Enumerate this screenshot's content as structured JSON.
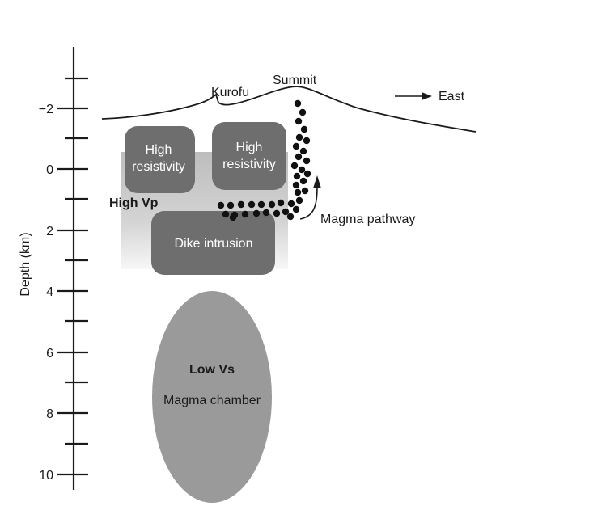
{
  "axis": {
    "label": "Depth (km)",
    "ticks": [
      "−2",
      "0",
      "2",
      "4",
      "6",
      "8",
      "10"
    ]
  },
  "labels": {
    "kurofu": "Kurofu",
    "summit": "Summit",
    "east": "East",
    "high_vp": "High Vp",
    "magma_pathway": "Magma pathway",
    "low_vs": "Low Vs",
    "magma_chamber": "Magma chamber"
  },
  "boxes": {
    "high_res_left": [
      "High",
      "resistivity"
    ],
    "high_res_right": [
      "High",
      "resistivity"
    ],
    "dike": "Dike intrusion"
  },
  "colors": {
    "box_fill": "#6e6e6e",
    "chamber_fill": "#9a9a9a",
    "line": "#1a1a1a"
  }
}
